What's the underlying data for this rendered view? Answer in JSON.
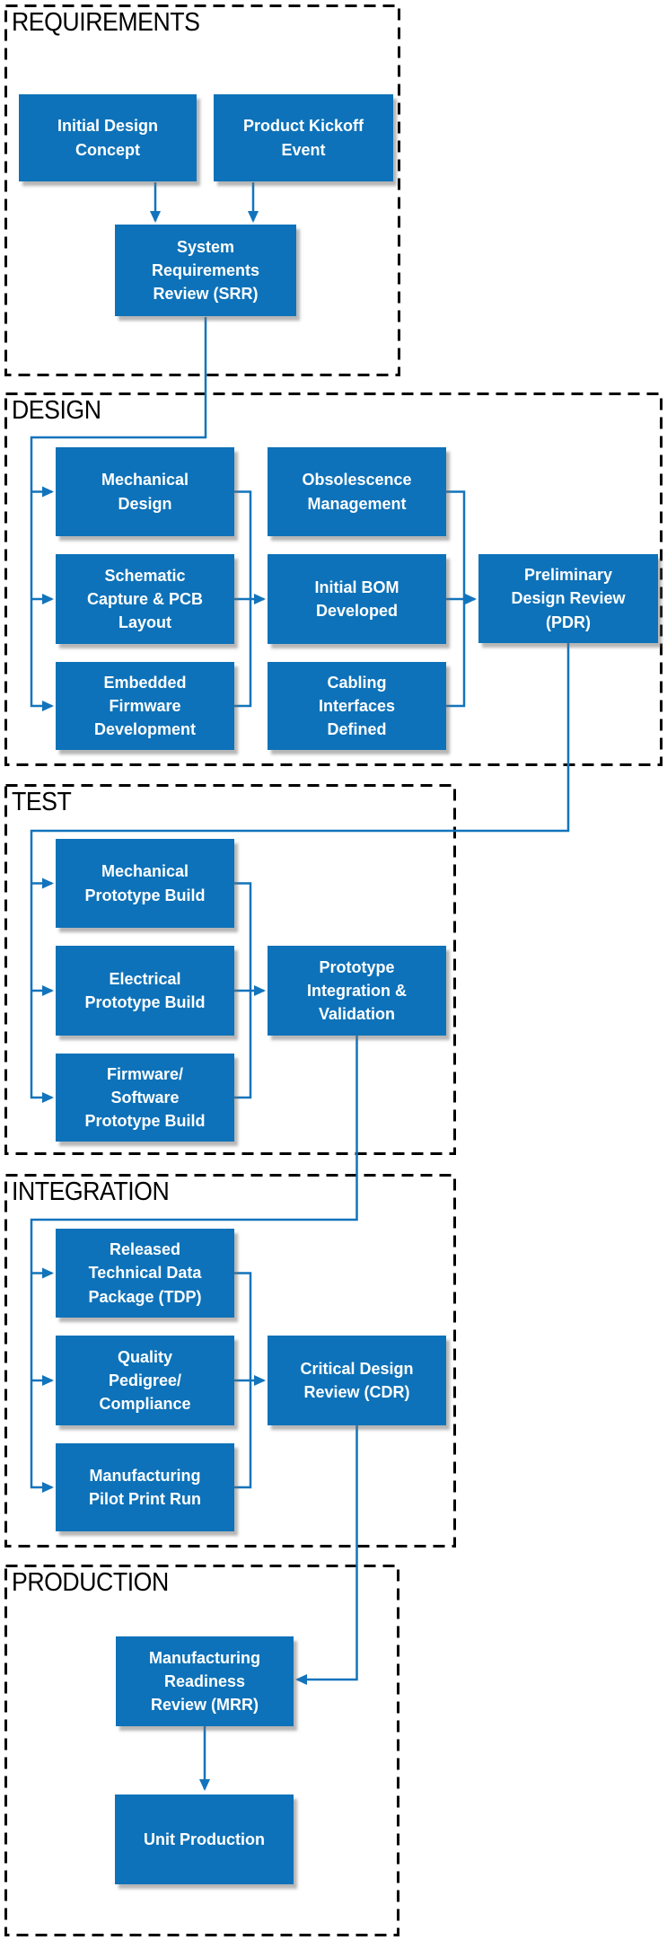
{
  "colors": {
    "node_fill": "#0d72b9",
    "node_text": "#ffffff",
    "connector": "#1274bc",
    "section_border": "#000000",
    "background": "#ffffff"
  },
  "sections": [
    {
      "id": "requirements",
      "label": "REQUIREMENTS",
      "nodes": [
        "initial_design_concept",
        "product_kickoff_event",
        "system_requirements_review"
      ]
    },
    {
      "id": "design",
      "label": "DESIGN",
      "nodes": [
        "mechanical_design",
        "schematic_capture_pcb_layout",
        "embedded_firmware_development",
        "obsolescence_management",
        "initial_bom_developed",
        "cabling_interfaces_defined",
        "preliminary_design_review"
      ]
    },
    {
      "id": "test",
      "label": "TEST",
      "nodes": [
        "mechanical_prototype_build",
        "electrical_prototype_build",
        "firmware_software_prototype_build",
        "prototype_integration_validation"
      ]
    },
    {
      "id": "integration",
      "label": "INTEGRATION",
      "nodes": [
        "released_tdp",
        "quality_pedigree_compliance",
        "manufacturing_pilot_print_run",
        "critical_design_review"
      ]
    },
    {
      "id": "production",
      "label": "PRODUCTION",
      "nodes": [
        "manufacturing_readiness_review",
        "unit_production"
      ]
    }
  ],
  "nodes": {
    "initial_design_concept": "Initial Design\nConcept",
    "product_kickoff_event": "Product Kickoff\nEvent",
    "system_requirements_review": "System\nRequirements\nReview (SRR)",
    "mechanical_design": "Mechanical\nDesign",
    "schematic_capture_pcb_layout": "Schematic\nCapture & PCB\nLayout",
    "embedded_firmware_development": "Embedded\nFirmware\nDevelopment",
    "obsolescence_management": "Obsolescence\nManagement",
    "initial_bom_developed": "Initial BOM\nDeveloped",
    "cabling_interfaces_defined": "Cabling\nInterfaces\nDefined",
    "preliminary_design_review": "Preliminary\nDesign Review\n(PDR)",
    "mechanical_prototype_build": "Mechanical\nPrototype Build",
    "electrical_prototype_build": "Electrical\nPrototype Build",
    "firmware_software_prototype_build": "Firmware/\nSoftware\nPrototype Build",
    "prototype_integration_validation": "Prototype\nIntegration &\nValidation",
    "released_tdp": "Released\nTechnical Data\nPackage (TDP)",
    "quality_pedigree_compliance": "Quality\nPedigree/\nCompliance",
    "manufacturing_pilot_print_run": "Manufacturing\nPilot Print Run",
    "critical_design_review": "Critical Design\nReview (CDR)",
    "manufacturing_readiness_review": "Manufacturing\nReadiness\nReview (MRR)",
    "unit_production": "Unit Production"
  },
  "edges": [
    {
      "from": "initial_design_concept",
      "to": "system_requirements_review"
    },
    {
      "from": "product_kickoff_event",
      "to": "system_requirements_review"
    },
    {
      "from": "system_requirements_review",
      "to": "mechanical_design"
    },
    {
      "from": "system_requirements_review",
      "to": "schematic_capture_pcb_layout"
    },
    {
      "from": "system_requirements_review",
      "to": "embedded_firmware_development"
    },
    {
      "from": "mechanical_design",
      "to": "initial_bom_developed"
    },
    {
      "from": "schematic_capture_pcb_layout",
      "to": "initial_bom_developed"
    },
    {
      "from": "embedded_firmware_development",
      "to": "initial_bom_developed"
    },
    {
      "from": "obsolescence_management",
      "to": "preliminary_design_review"
    },
    {
      "from": "initial_bom_developed",
      "to": "preliminary_design_review"
    },
    {
      "from": "cabling_interfaces_defined",
      "to": "preliminary_design_review"
    },
    {
      "from": "preliminary_design_review",
      "to": "mechanical_prototype_build"
    },
    {
      "from": "preliminary_design_review",
      "to": "electrical_prototype_build"
    },
    {
      "from": "preliminary_design_review",
      "to": "firmware_software_prototype_build"
    },
    {
      "from": "mechanical_prototype_build",
      "to": "prototype_integration_validation"
    },
    {
      "from": "electrical_prototype_build",
      "to": "prototype_integration_validation"
    },
    {
      "from": "firmware_software_prototype_build",
      "to": "prototype_integration_validation"
    },
    {
      "from": "prototype_integration_validation",
      "to": "released_tdp"
    },
    {
      "from": "prototype_integration_validation",
      "to": "quality_pedigree_compliance"
    },
    {
      "from": "prototype_integration_validation",
      "to": "manufacturing_pilot_print_run"
    },
    {
      "from": "released_tdp",
      "to": "critical_design_review"
    },
    {
      "from": "quality_pedigree_compliance",
      "to": "critical_design_review"
    },
    {
      "from": "manufacturing_pilot_print_run",
      "to": "critical_design_review"
    },
    {
      "from": "critical_design_review",
      "to": "manufacturing_readiness_review"
    },
    {
      "from": "manufacturing_readiness_review",
      "to": "unit_production"
    }
  ]
}
